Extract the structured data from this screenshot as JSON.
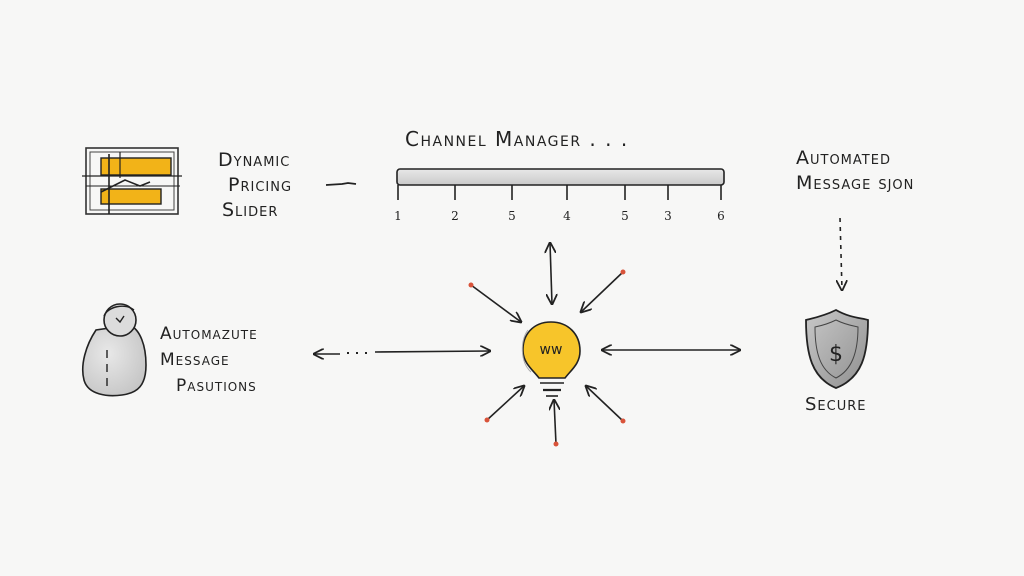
{
  "labels": {
    "dynamic_pricing": [
      "Dynamic",
      "Pricing",
      "Slider"
    ],
    "channel_manager": "Channel Manager . . .",
    "automated_message_right": [
      "Automated",
      "Message sjon"
    ],
    "automated_message_left": [
      "Automazute",
      "Message",
      "Pasutions"
    ],
    "secure": "Secure"
  },
  "slider": {
    "ticks": [
      "1",
      "2",
      "5",
      "4",
      "5",
      "3",
      "6"
    ]
  },
  "icons": {
    "pricing_slider": "pricing-slider-icon",
    "person": "person-icon",
    "lightbulb": "lightbulb-icon",
    "shield": "shield-dollar-icon"
  },
  "lightbulb_text": "ww",
  "shield_text": "$",
  "colors": {
    "ink": "#222222",
    "accent_yellow": "#f2b318",
    "bulb_yellow": "#f7c52a",
    "dot_red": "#d9533a",
    "gray_fill": "#d8d8d8"
  }
}
